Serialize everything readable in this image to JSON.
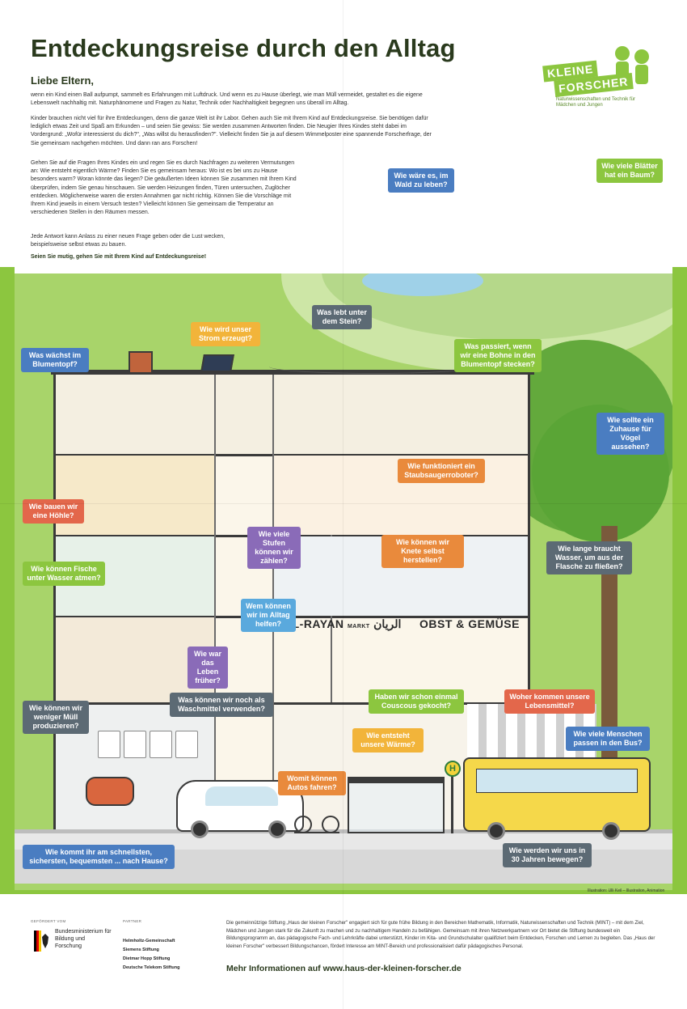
{
  "header": {
    "title": "Entdeckungsreise durch den Alltag",
    "salutation": "Liebe Eltern,",
    "paragraphs": [
      "wenn ein Kind einen Ball aufpumpt, sammelt es Erfahrungen mit Luftdruck. Und wenn es zu Hause überlegt, wie man Müll vermeidet, gestaltet es die eigene Lebenswelt nachhaltig mit. Naturphänomene und Fragen zu Natur, Technik oder Nachhaltigkeit begegnen uns überall im Alltag.",
      "Kinder brauchen nicht viel für ihre Entdeckungen, denn die ganze Welt ist ihr Labor. Gehen auch Sie mit Ihrem Kind auf Entdeckungsreise. Sie benötigen dafür lediglich etwas Zeit und Spaß am Erkunden – und seien Sie gewiss: Sie werden zusammen Antworten finden. Die Neugier Ihres Kindes steht dabei im Vordergrund: „Wofür interessierst du dich?\", „Was willst du herausfinden?\". Vielleicht finden Sie ja auf diesem Wimmelposter eine spannende Forscherfrage, der Sie gemeinsam nachgehen möchten. Und dann ran ans Forschen!",
      "Gehen Sie auf die Fragen Ihres Kindes ein und regen Sie es durch Nachfragen zu weiteren Vermutungen an: Wie entsteht eigentlich Wärme? Finden Sie es gemeinsam heraus: Wo ist es bei uns zu Hause besonders warm? Woran könnte das liegen? Die geäußerten Ideen können Sie zusammen mit Ihrem Kind überprüfen, indem Sie genau hinschauen. Sie werden Heizungen finden, Türen untersuchen, Zuglöcher entdecken. Möglicherweise waren die ersten Annahmen gar nicht richtig. Können Sie die Vorschläge mit Ihrem Kind jeweils in einem Versuch testen? Vielleicht können Sie gemeinsam die Temperatur an verschiedenen Stellen in den Räumen messen.",
      "Jede Antwort kann Anlass zu einer neuen Frage geben oder die Lust wecken, beispielsweise selbst etwas zu bauen."
    ],
    "closing": "Seien Sie mutig, gehen Sie mit Ihrem Kind auf Entdeckungsreise!"
  },
  "logo": {
    "line1": "KLEINE",
    "line2": "FORSCHER",
    "sub": "Naturwissenschaften und Technik für Mädchen und Jungen"
  },
  "scene": {
    "shop_sign_left": "AL-RAYAN",
    "shop_sign_left_small": "MARKT",
    "shop_sign_arabic": "الريان",
    "shop_sign_right": "OBST & GEMÜSE",
    "bus_stop": "H",
    "credit": "Illustration: Ulli Keil – Illustration, Animation"
  },
  "questions": {
    "q_wald": "Wie wäre es, im Wald zu leben?",
    "q_blaetter": "Wie viele Blätter hat ein Baum?",
    "q_stein": "Was lebt unter dem Stein?",
    "q_strom": "Wie wird unser Strom erzeugt?",
    "q_blumentopf": "Was wächst im Blumentopf?",
    "q_bohne": "Was passiert, wenn wir eine Bohne in den Blumentopf stecken?",
    "q_voegel": "Wie sollte ein Zuhause für Vögel aussehen?",
    "q_staubsauger": "Wie funktioniert ein Staubsaugerroboter?",
    "q_hoehle": "Wie bauen wir eine Höhle?",
    "q_stufen": "Wie viele Stufen können wir zählen?",
    "q_knete": "Wie können wir Knete selbst herstellen?",
    "q_wasser": "Wie lange braucht Wasser, um aus der Flasche zu fließen?",
    "q_fische": "Wie können Fische unter Wasser atmen?",
    "q_helfen": "Wem können wir im Alltag helfen?",
    "q_frueher": "Wie war das Leben früher?",
    "q_muell": "Wie können wir weniger Müll produzieren?",
    "q_waschmittel": "Was können wir noch als Waschmittel verwenden?",
    "q_couscous": "Haben wir schon einmal Couscous gekocht?",
    "q_lebensmittel": "Woher kommen unsere Lebensmittel?",
    "q_waerme": "Wie entsteht unsere Wärme?",
    "q_bus": "Wie viele Menschen passen in den Bus?",
    "q_autos": "Womit können Autos fahren?",
    "q_heimweg": "Wie kommt ihr am schnellsten, sichersten, bequemsten ... nach Hause?",
    "q_zukunft": "Wie werden wir uns in 30 Jahren bewegen?"
  },
  "footer": {
    "funded_label": "GEFÖRDERT VOM",
    "ministry": "Bundesministerium für Bildung und Forschung",
    "partners_label": "PARTNER",
    "partners": [
      "Helmholtz-Gemeinschaft",
      "Siemens Stiftung",
      "Dietmar Hopp Stiftung",
      "Deutsche Telekom Stiftung"
    ],
    "about": "Die gemeinnützige Stiftung „Haus der kleinen Forscher\" engagiert sich für gute frühe Bildung in den Bereichen Mathematik, Informatik, Naturwissenschaften und Technik (MINT) – mit dem Ziel, Mädchen und Jungen stark für die Zukunft zu machen und zu nachhaltigem Handeln zu befähigen. Gemeinsam mit ihren Netzwerkpartnern vor Ort bietet die Stiftung bundesweit ein Bildungsprogramm an, das pädagogische Fach- und Lehrkräfte dabei unterstützt, Kinder im Kita- und Grundschulalter qualifiziert beim Entdecken, Forschen und Lernen zu begleiten. Das „Haus der kleinen Forscher\" verbessert Bildungschancen, fördert Interesse am MINT-Bereich und professionalisiert dafür pädagogisches Personal.",
    "more_info": "Mehr Informationen auf www.haus-der-kleinen-forscher.de"
  },
  "colors": {
    "frame_green": "#8cc63f",
    "title_dark": "#2a3a1d",
    "bubble_blue": "#4a7dc1",
    "bubble_gray": "#5c6a74",
    "bubble_orange": "#e98a3c",
    "bubble_purple": "#8a6bb8",
    "bubble_yellow": "#f2b43a",
    "bubble_red": "#e3674b"
  }
}
